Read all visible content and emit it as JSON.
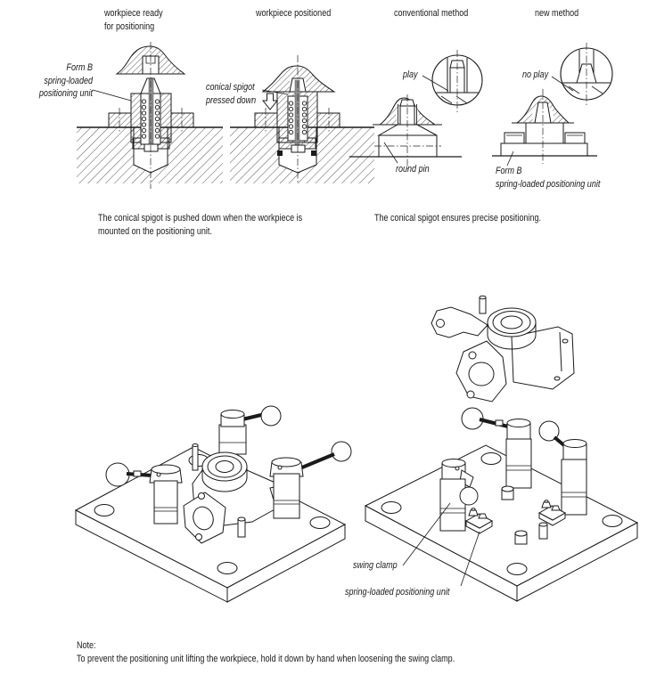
{
  "figures": {
    "fig1": {
      "title": [
        "workpiece ready",
        "for positioning"
      ],
      "label": [
        "Form B",
        "spring-loaded",
        "positioning unit"
      ]
    },
    "fig2": {
      "title": "workpiece positioned",
      "label": [
        "conical spigot",
        "pressed down"
      ]
    },
    "fig3": {
      "title": "conventional method",
      "label_play": "play",
      "label_round_pin": "round pin"
    },
    "fig4": {
      "title": "new method",
      "label_no_play": "no play",
      "label": [
        "Form B",
        "spring-loaded positioning unit"
      ]
    }
  },
  "captions": {
    "left": [
      "The conical spigot is pushed down when the workpiece is",
      "mounted on the positioning unit."
    ],
    "right": "The conical spigot ensures precise positioning."
  },
  "assembly_labels": {
    "swing_clamp": "swing clamp",
    "positioning_unit": "spring-loaded positioning unit"
  },
  "note": {
    "title": "Note:",
    "body": "To prevent the positioning unit lifting the workpiece, hold it down by hand when loosening the swing clamp."
  },
  "colors": {
    "ink": "#1a1a1a",
    "pin_fill": "#909090",
    "background": "#ffffff"
  }
}
